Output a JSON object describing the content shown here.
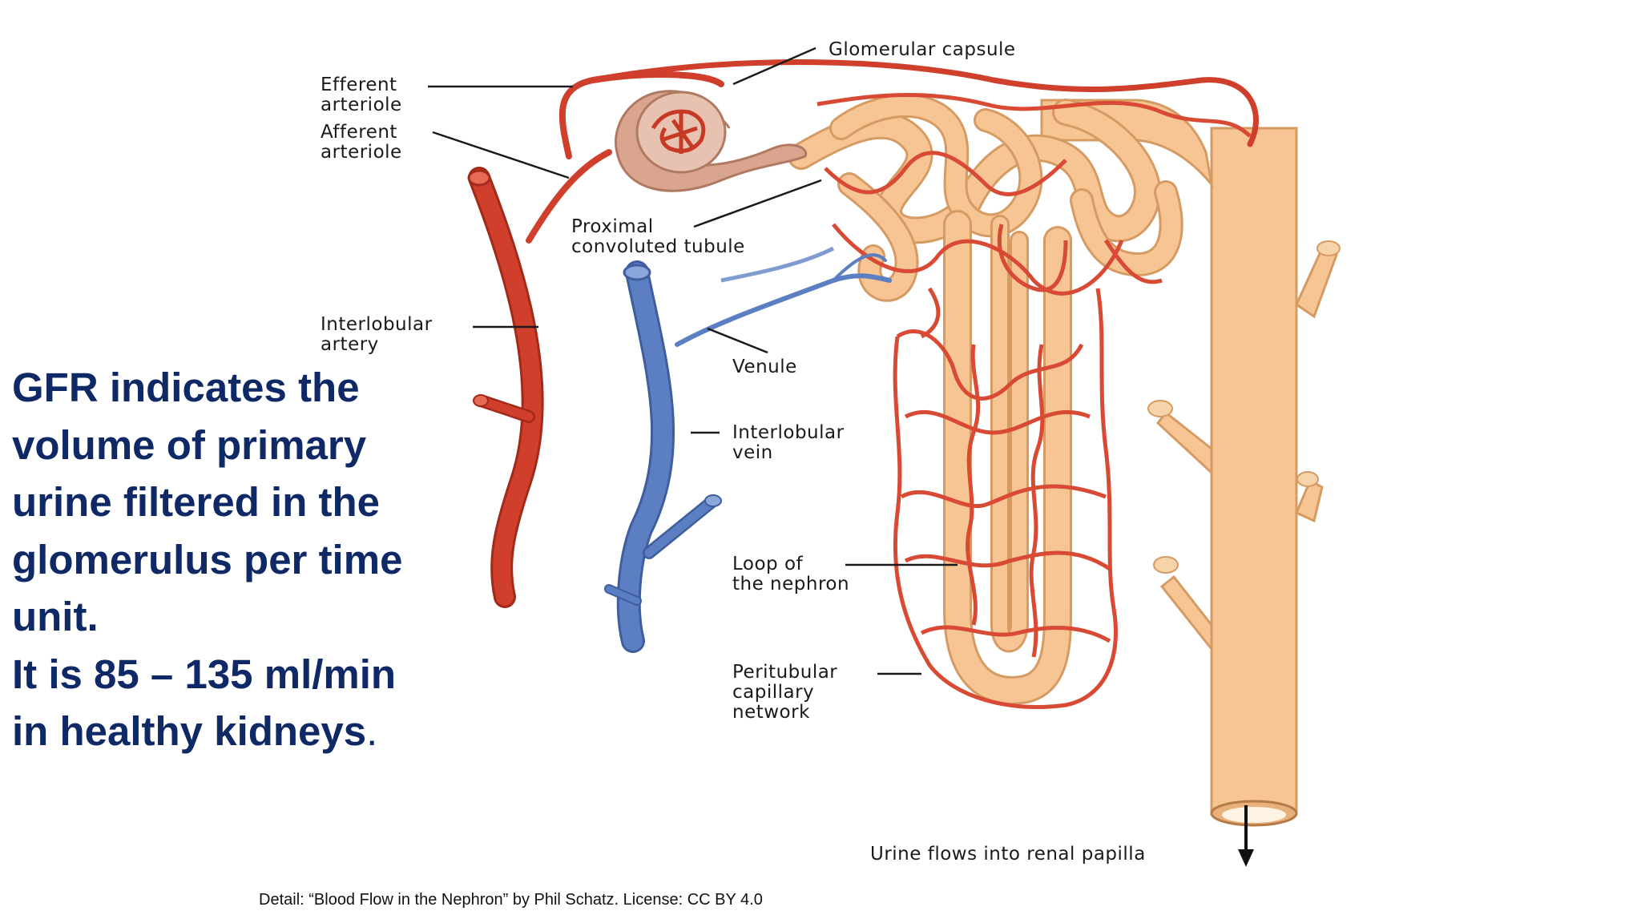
{
  "labels": {
    "glomerular_capsule": "Glomerular capsule",
    "efferent_arteriole": [
      "Efferent",
      "arteriole"
    ],
    "afferent_arteriole": [
      "Afferent",
      "arteriole"
    ],
    "proximal_convoluted_tubule": [
      "Proximal",
      "convoluted tubule"
    ],
    "interlobular_artery": [
      "Interlobular",
      "artery"
    ],
    "venule": "Venule",
    "interlobular_vein": [
      "Interlobular",
      "vein"
    ],
    "loop_of_nephron": [
      "Loop of",
      "the nephron"
    ],
    "peritubular_capillary_network": [
      "Peritubular",
      "capillary",
      "network"
    ],
    "urine_flow": "Urine flows into renal papilla"
  },
  "main_text": {
    "lines": [
      "GFR indicates the",
      "volume of primary",
      "urine filtered in the",
      "glomerulus per time",
      "unit.",
      "It is 85 – 135 ml/min",
      "in healthy kidneys"
    ],
    "end_punct": "."
  },
  "credit": "Detail: “Blood Flow in the Nephron” by Phil Schatz. License: CC BY 4.0",
  "colors": {
    "artery": "#cf3f2b",
    "artery_edge": "#a32a1a",
    "vein": "#5b7fc2",
    "vein_edge": "#3e5e9e",
    "tubule": "#f6c593",
    "tubule_edge": "#d69a63",
    "capsule": "#d9a58e",
    "capillary": "#d84a33",
    "title_text": "#0f2966"
  }
}
